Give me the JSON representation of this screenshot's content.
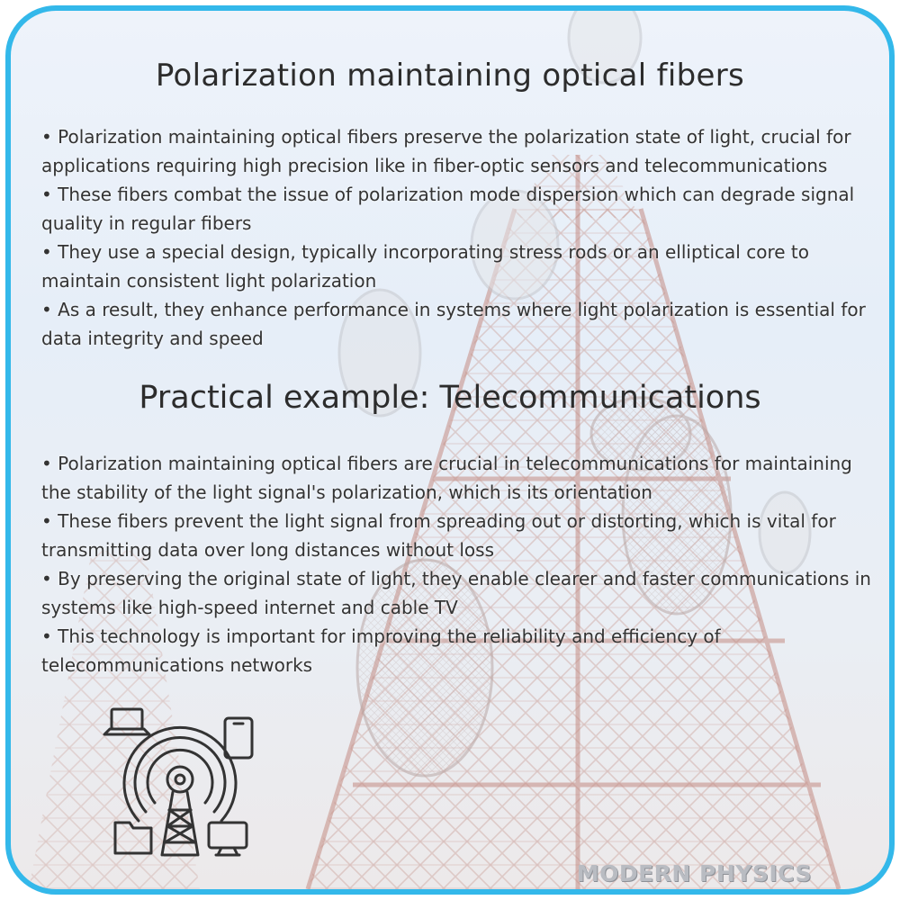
{
  "section1": {
    "title": "Polarization maintaining optical fibers",
    "bullets": [
      "• Polarization maintaining optical fibers preserve the polarization state of light, crucial for applications requiring high precision like in fiber-optic sensors and telecommunications",
      "• These fibers combat the issue of polarization mode dispersion which can degrade signal quality in regular fibers",
      "• They use a special design, typically incorporating stress rods or an elliptical core to maintain consistent light polarization",
      "• As a result, they enhance performance in systems where light polarization is essential for data integrity and speed"
    ]
  },
  "section2": {
    "title": "Practical example: Telecommunications",
    "bullets": [
      "• Polarization maintaining optical fibers are crucial in telecommunications for maintaining the stability of the light signal's polarization, which is its orientation",
      "• These fibers prevent the light signal from spreading out or distorting, which is vital for transmitting data over long distances without loss",
      "• By preserving the original state of light, they enable clearer and faster communications in systems like high-speed internet and cable TV",
      "• This technology is important for improving the reliability and efficiency of telecommunications networks"
    ]
  },
  "brand": {
    "text": "MODERN PHYSICS"
  },
  "icons": {
    "illustration": "telecom-tower-icon",
    "background": "telecom-tower-photo"
  },
  "colors": {
    "frame": "#33b8ea",
    "text": "#333333",
    "tower": "#c99a92"
  }
}
